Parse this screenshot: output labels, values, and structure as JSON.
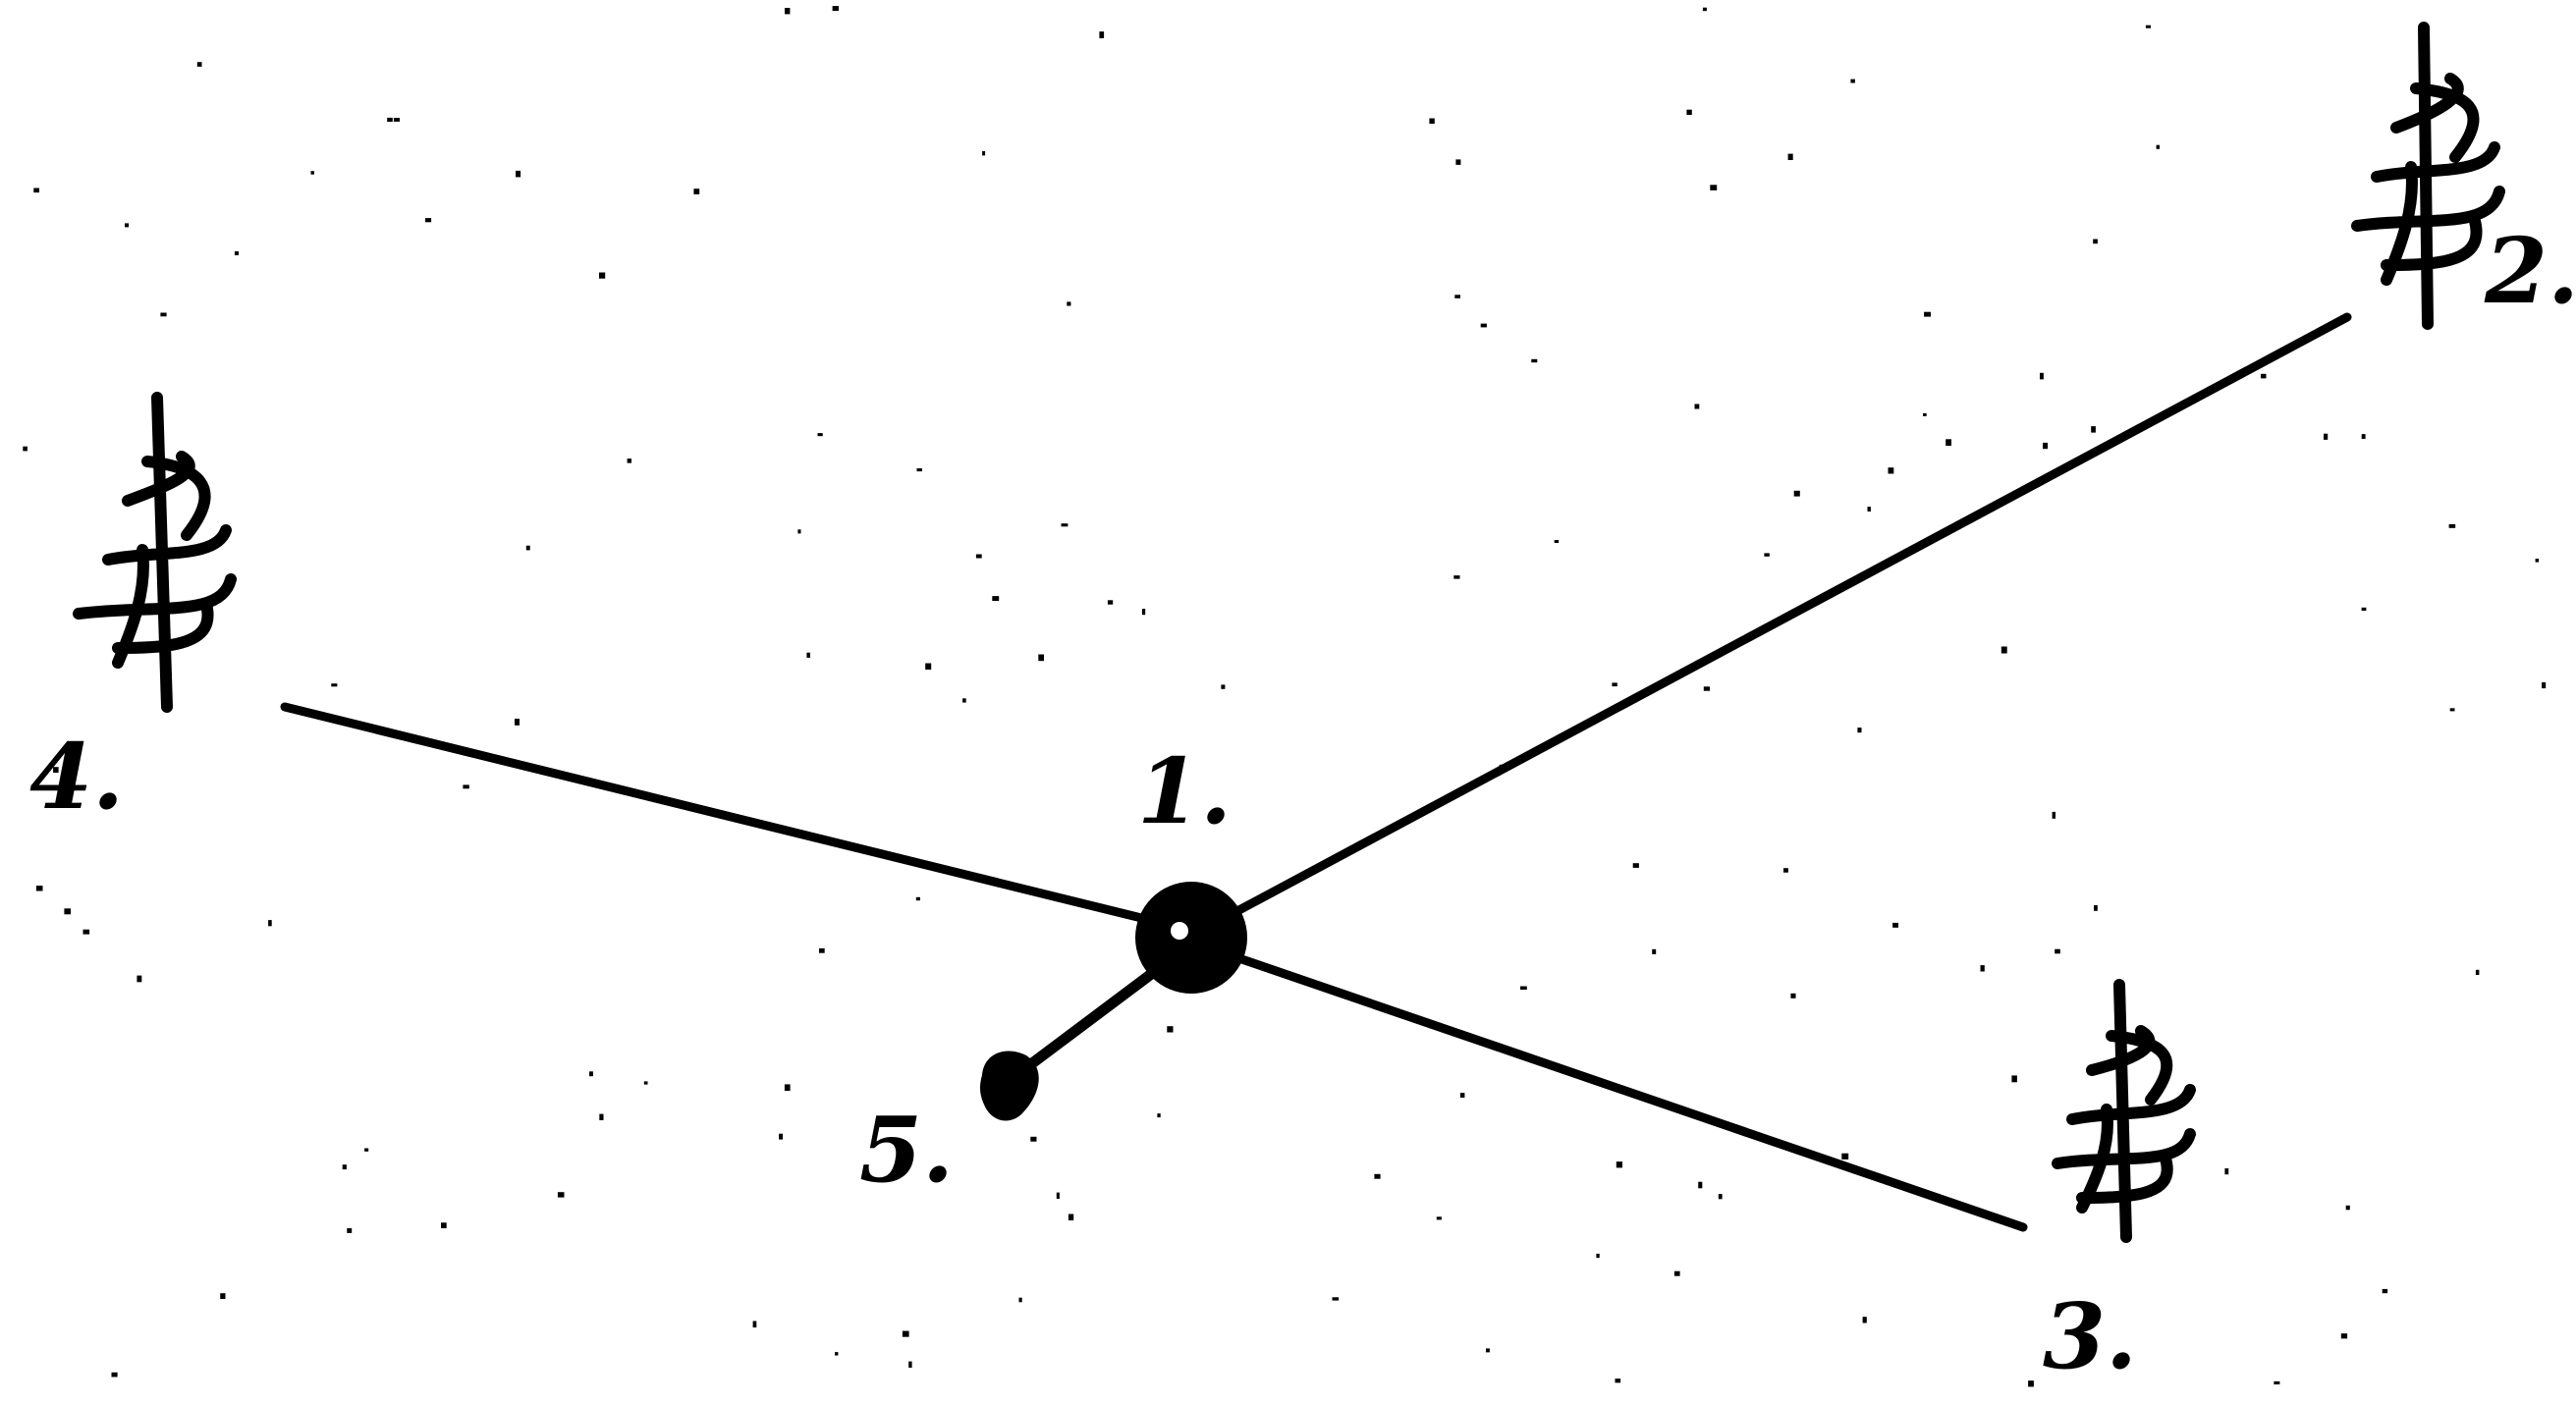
{
  "diagram": {
    "ink_color": "#000000",
    "background_color": "#ffffff",
    "nodes": [
      {
        "id": "1",
        "label": "1.",
        "kind": "center-point",
        "icon": "filled-circle-icon"
      },
      {
        "id": "2",
        "label": "2.",
        "kind": "tree",
        "icon": "tree-icon"
      },
      {
        "id": "3",
        "label": "3.",
        "kind": "tree",
        "icon": "tree-icon"
      },
      {
        "id": "4",
        "label": "4.",
        "kind": "tree",
        "icon": "tree-icon"
      },
      {
        "id": "5",
        "label": "5.",
        "kind": "end-point",
        "icon": "filled-dot-icon"
      }
    ],
    "edges": [
      {
        "from": "1",
        "to": "2"
      },
      {
        "from": "1",
        "to": "3"
      },
      {
        "from": "1",
        "to": "4"
      },
      {
        "from": "1",
        "to": "5"
      }
    ]
  }
}
